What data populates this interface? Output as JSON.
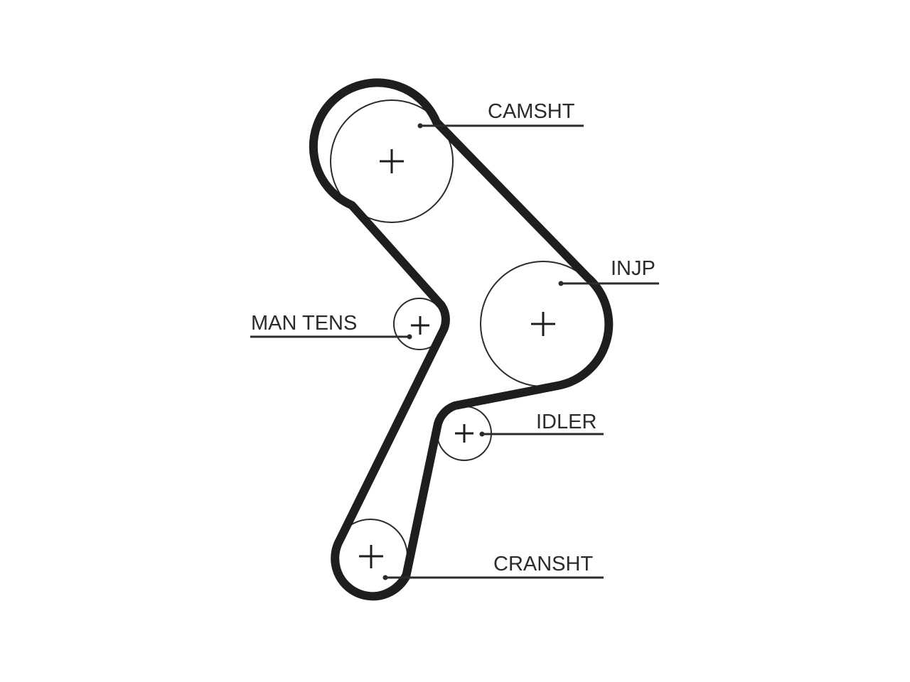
{
  "labels": {
    "camsht": "CAMSHT",
    "injp": "INJP",
    "man_tens": "MAN TENS",
    "idler": "IDLER",
    "cransht": "CRANSHT"
  },
  "colors": {
    "belt": "#1e1e1e",
    "line": "#2b2b2b",
    "background": "#ffffff"
  }
}
